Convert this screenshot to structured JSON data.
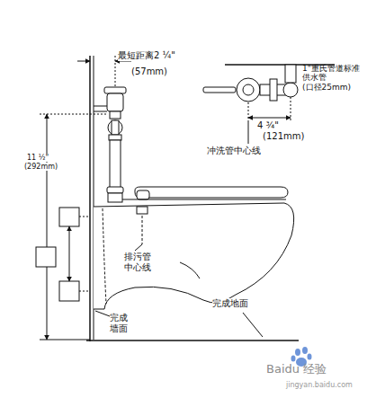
{
  "diagram": {
    "labels": [
      "最短距离2 ¼\"",
      "(57mm)",
      "1\"重氏管道标准 供水管 (口径25mm)",
      "4 ¾\"",
      "(121mm)",
      "冲洗管中心线",
      "11 ½\"",
      "(292mm)",
      "排污管 中心线",
      "完成地面",
      "完成 墙面",
      "Baidu 经验",
      "jingyan.baidu.com"
    ]
  }
}
